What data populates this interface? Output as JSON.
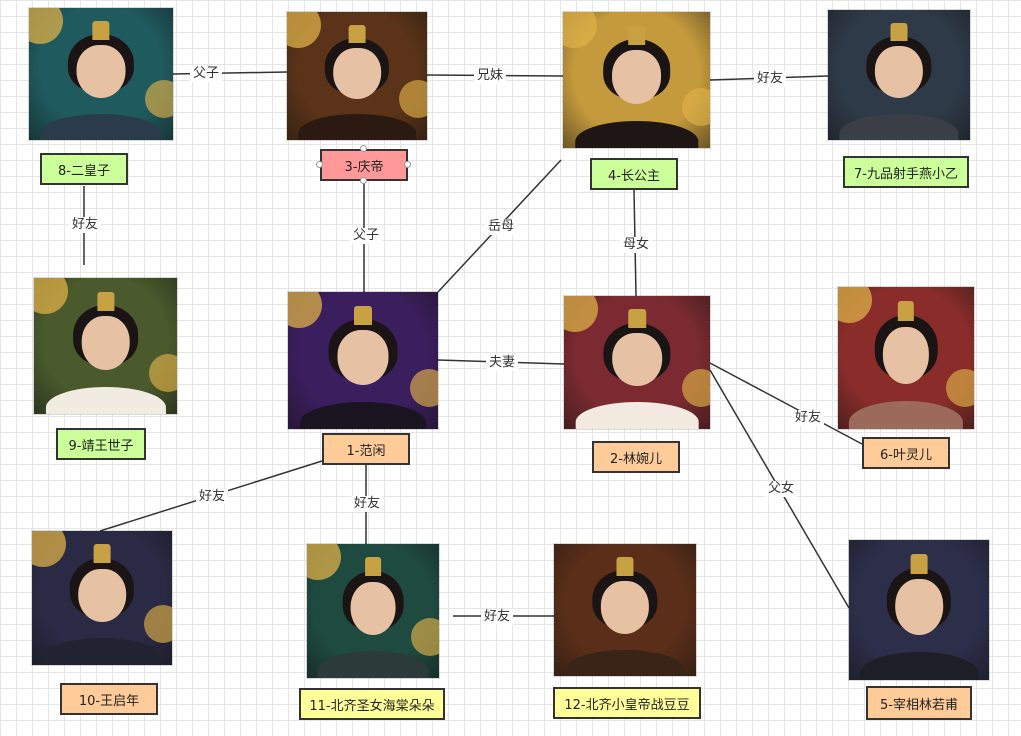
{
  "nodes": [
    {
      "id": "n8",
      "label": "8-二皇子",
      "color": "green",
      "photo_bg": "#1f5a5e",
      "photo_body": "#2a3b4a",
      "deco": true
    },
    {
      "id": "n3",
      "label": "3-庆帝",
      "color": "red",
      "photo_bg": "#5a3318",
      "photo_body": "#2b1a12",
      "deco": true
    },
    {
      "id": "n4",
      "label": "4-长公主",
      "color": "green",
      "photo_bg": "#c59a3c",
      "photo_body": "#1e1614",
      "deco": true
    },
    {
      "id": "n7",
      "label": "7-九品射手燕小乙",
      "color": "green",
      "photo_bg": "#2f3a48",
      "photo_body": "#3a3f47",
      "deco": false
    },
    {
      "id": "n9",
      "label": "9-靖王世子",
      "color": "green",
      "photo_bg": "#4a5a2c",
      "photo_body": "#f0ece2",
      "deco": true
    },
    {
      "id": "n1",
      "label": "1-范闲",
      "color": "orange",
      "photo_bg": "#3b1e5e",
      "photo_body": "#1a1420",
      "deco": true
    },
    {
      "id": "n2",
      "label": "2-林婉儿",
      "color": "orange",
      "photo_bg": "#7a2a30",
      "photo_body": "#f2e9e0",
      "deco": true
    },
    {
      "id": "n6",
      "label": "6-叶灵儿",
      "color": "orange",
      "photo_bg": "#8a2d2a",
      "photo_body": "#9b6a5a",
      "deco": true
    },
    {
      "id": "n10",
      "label": "10-王启年",
      "color": "orange",
      "photo_bg": "#2a2a44",
      "photo_body": "#222230",
      "deco": true
    },
    {
      "id": "n11",
      "label": "11-北齐圣女海棠朵朵",
      "color": "yellow",
      "photo_bg": "#1e4a40",
      "photo_body": "#2d3a3a",
      "deco": true
    },
    {
      "id": "n12",
      "label": "12-北齐小皇帝战豆豆",
      "color": "yellow",
      "photo_bg": "#5a2e18",
      "photo_body": "#3a2418",
      "deco": false
    },
    {
      "id": "n5",
      "label": "5-宰相林若甫",
      "color": "orange",
      "photo_bg": "#2d2e4a",
      "photo_body": "#1e1e26",
      "deco": false
    }
  ],
  "edges": [
    {
      "id": "e-8-3",
      "label": "父子"
    },
    {
      "id": "e-3-4",
      "label": "兄妹"
    },
    {
      "id": "e-4-7",
      "label": "好友"
    },
    {
      "id": "e-8-9",
      "label": "好友"
    },
    {
      "id": "e-3-1",
      "label": "父子"
    },
    {
      "id": "e-4-1",
      "label": "岳母"
    },
    {
      "id": "e-4-2",
      "label": "母女"
    },
    {
      "id": "e-1-2",
      "label": "夫妻"
    },
    {
      "id": "e-2-6",
      "label": "好友"
    },
    {
      "id": "e-2-5",
      "label": "父女"
    },
    {
      "id": "e-1-10",
      "label": "好友"
    },
    {
      "id": "e-1-11",
      "label": "好友"
    },
    {
      "id": "e-11-12",
      "label": "好友"
    }
  ]
}
